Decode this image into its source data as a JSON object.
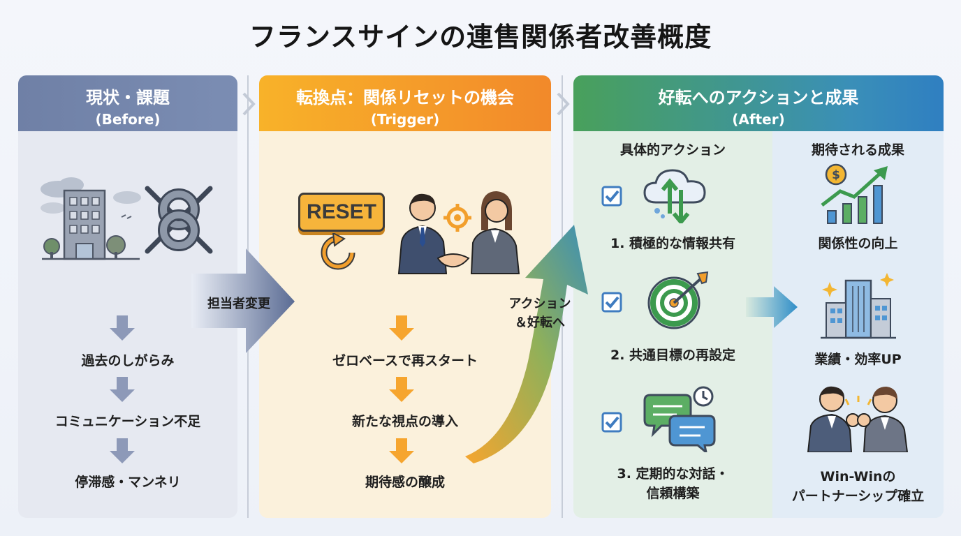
{
  "title": "フランスサインの連售関係者改善概度",
  "before": {
    "header_title": "現状・課題",
    "header_sub": "(Before)",
    "items": [
      "過去のしがらみ",
      "コミュニケーション不足",
      "停滞感・マンネリ"
    ]
  },
  "transition1_label": "担当者変更",
  "trigger": {
    "header_title": "転換点：関係リセットの機会",
    "header_sub": "(Trigger)",
    "reset_label": "RESET",
    "items": [
      "ゼロベースで再スタート",
      "新たな視点の導入",
      "期待感の醸成"
    ]
  },
  "transition2_label_1": "アクション",
  "transition2_label_2": "＆好転へ",
  "after": {
    "header_title": "好転へのアクションと成果",
    "header_sub": "(After)",
    "actions_title": "具体的アクション",
    "actions": [
      "1. 積極的な情報共有",
      "2. 共通目標の再設定",
      "3. 定期的な対話・",
      "信頼構築"
    ],
    "results_title": "期待される成果",
    "results": [
      "関係性の向上",
      "業績・効率UP",
      "Win-Winの",
      "パートナーシップ確立"
    ]
  },
  "colors": {
    "before_header": "#6f80a6",
    "trigger_header": "#f2892a",
    "after_header_start": "#49a05b",
    "after_header_end": "#2f7fc1"
  }
}
